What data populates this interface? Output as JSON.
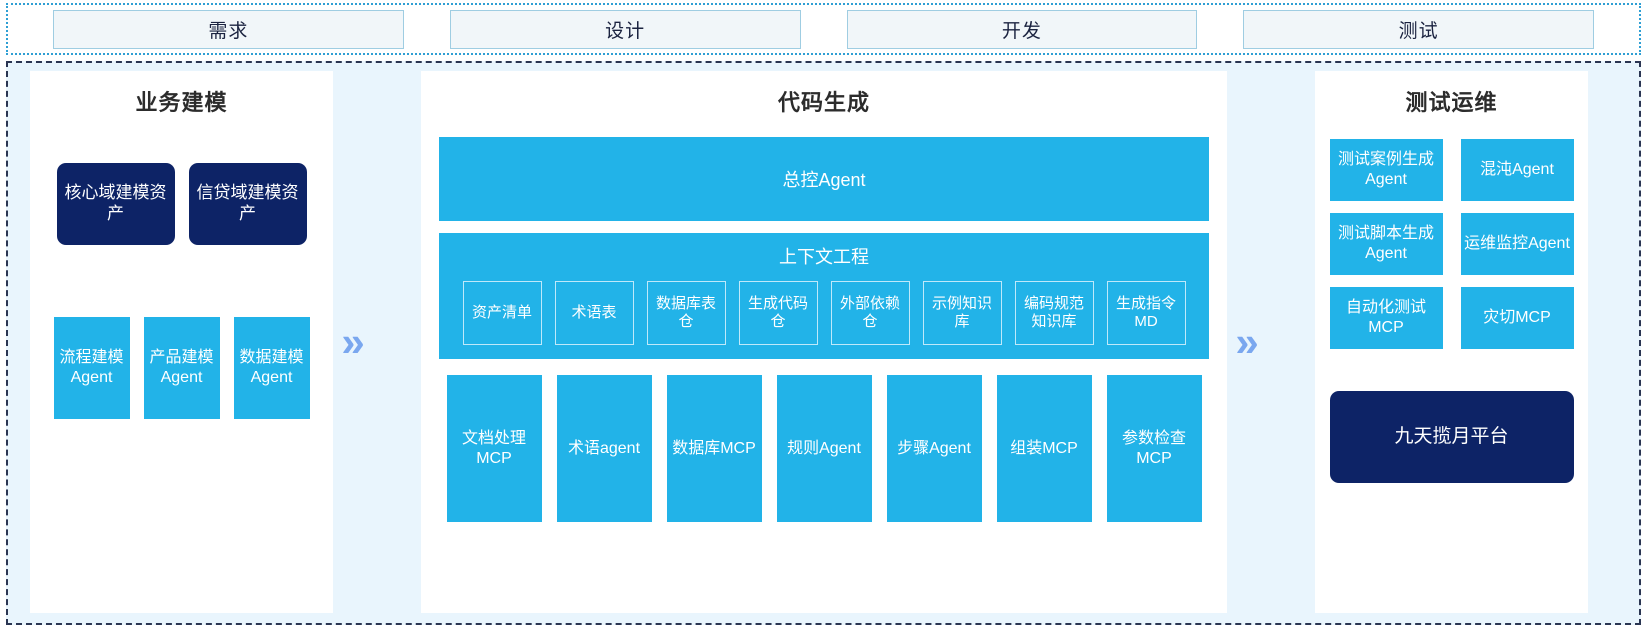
{
  "stage_bar": {
    "stages": [
      {
        "label": "需求"
      },
      {
        "label": "设计"
      },
      {
        "label": "开发"
      },
      {
        "label": "测试"
      }
    ]
  },
  "separators": {
    "chevron_glyph": "»"
  },
  "left_panel": {
    "title": "业务建模",
    "asset_cards": [
      {
        "label": "核心域建模资产"
      },
      {
        "label": "信贷域建模资产"
      }
    ],
    "agent_cards": [
      {
        "label": "流程建模Agent"
      },
      {
        "label": "产品建模Agent"
      },
      {
        "label": "数据建模Agent"
      }
    ]
  },
  "mid_panel": {
    "title": "代码生成",
    "banner": "总控Agent",
    "context_block": {
      "title": "上下文工程",
      "items": [
        {
          "label": "资产清单"
        },
        {
          "label": "术语表"
        },
        {
          "label": "数据库表仓"
        },
        {
          "label": "生成代码仓"
        },
        {
          "label": "外部依赖仓"
        },
        {
          "label": "示例知识库"
        },
        {
          "label": "编码规范知识库"
        },
        {
          "label": "生成指令MD"
        }
      ]
    },
    "tool_cards": [
      {
        "label": "文档处理MCP"
      },
      {
        "label": "术语agent"
      },
      {
        "label": "数据库MCP"
      },
      {
        "label": "规则Agent"
      },
      {
        "label": "步骤Agent"
      },
      {
        "label": "组装MCP"
      },
      {
        "label": "参数检查MCP"
      }
    ]
  },
  "right_panel": {
    "title": "测试运维",
    "agent_cards": [
      {
        "label": "测试案例生成Agent"
      },
      {
        "label": "混沌Agent"
      },
      {
        "label": "测试脚本生成Agent"
      },
      {
        "label": "运维监控Agent"
      },
      {
        "label": "自动化测试MCP"
      },
      {
        "label": "灾切MCP"
      }
    ],
    "platform_card": {
      "label": "九天揽月平台"
    }
  },
  "colors": {
    "cyan": "#22b3e8",
    "navy": "#0d2366",
    "panel_bg": "#e9f5fd",
    "stage_fill": "#f1f6f9",
    "chevron": "#7aa7ef"
  }
}
